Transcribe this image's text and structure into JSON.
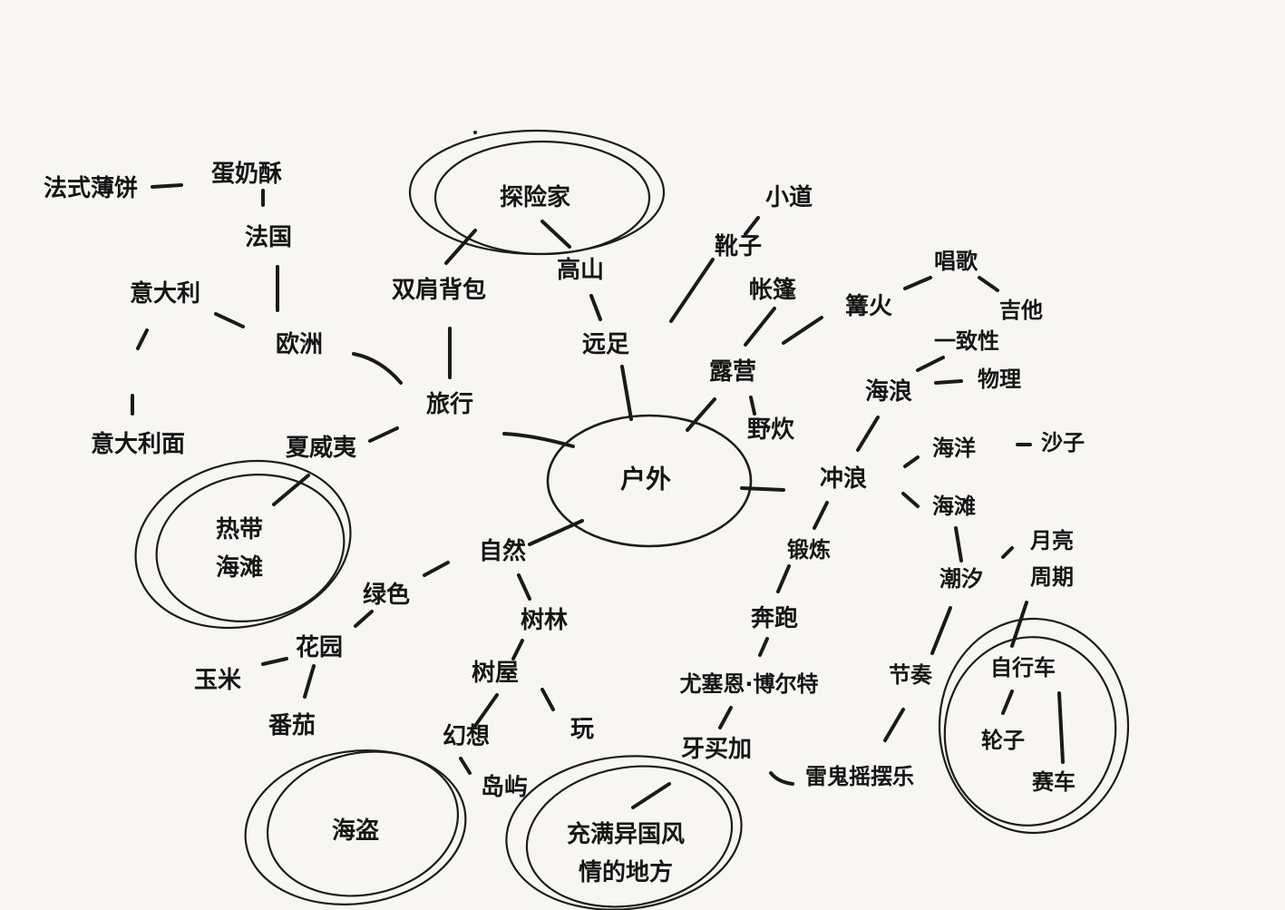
{
  "mindmap": {
    "center": "户外",
    "nodes": {
      "falshibaobing": "法式薄饼",
      "danaisu": "蛋奶酥",
      "faguo": "法国",
      "yidali": "意大利",
      "ouzhou": "欧洲",
      "yidalimian": "意大利面",
      "shuangjianbeibao": "双肩背包",
      "lvxing": "旅行",
      "xiaweiyi": "夏威夷",
      "redai_line1": "热带",
      "redai_line2": "海滩",
      "tanxianjia": "探险家",
      "gaoshan": "高山",
      "yuanzu": "远足",
      "xuezi": "靴子",
      "xiaodao": "小道",
      "zhangpeng": "帐篷",
      "lubying": "露营",
      "yechui": "野炊",
      "gouhuo": "篝火",
      "changge": "唱歌",
      "jita": "吉他",
      "yizhixing": "一致性",
      "wuli": "物理",
      "hailang": "海浪",
      "chonglang": "冲浪",
      "haiyang": "海洋",
      "shazi": "沙子",
      "haitan": "海滩",
      "chaoxi": "潮汐",
      "yueliang": "月亮",
      "zhouqi": "周期",
      "jiezou": "节奏",
      "zixingche": "自行车",
      "lunzi": "轮子",
      "saiche": "赛车",
      "duanlian": "锻炼",
      "benpao": "奔跑",
      "bolt": "尤塞恩·博尔特",
      "yamaijia": "牙买加",
      "leigui": "雷鬼摇摆乐",
      "chongman_line1": "充满异国风",
      "chongman_line2": "情的地方",
      "ziran": "自然",
      "lvse": "绿色",
      "huayuan": "花园",
      "yumi": "玉米",
      "fanqie": "番茄",
      "shulin": "树林",
      "shuwu": "树屋",
      "huanxiang": "幻想",
      "wan": "玩",
      "daoyu": "岛屿",
      "haidao": "海盗"
    }
  }
}
